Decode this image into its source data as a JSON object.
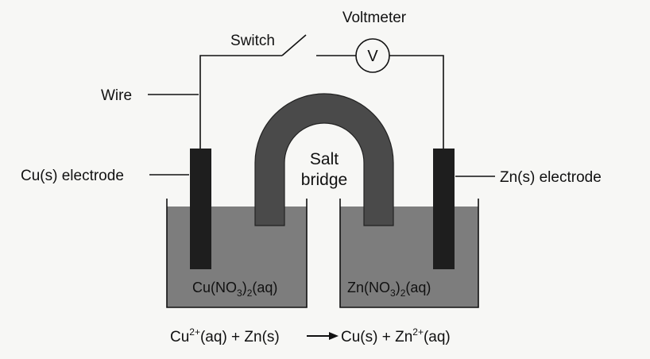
{
  "labels": {
    "voltmeter": "Voltmeter",
    "voltmeter_symbol": "V",
    "switch": "Switch",
    "wire": "Wire",
    "cu_electrode": "Cu(s) electrode",
    "zn_electrode": "Zn(s) electrode",
    "salt_bridge_line1": "Salt",
    "salt_bridge_line2": "bridge"
  },
  "solutions": {
    "left": {
      "pre": "Cu(NO",
      "sub1": "3",
      "mid": ")",
      "sub2": "2",
      "post": "(aq)"
    },
    "right": {
      "pre": "Zn(NO",
      "sub1": "3",
      "mid": ")",
      "sub2": "2",
      "post": "(aq)"
    }
  },
  "equation": {
    "left_ion": "Cu",
    "left_ion_charge": "2+",
    "left_rest": "(aq) + Zn(s)",
    "right_first": "Cu(s) + Zn",
    "right_ion_charge": "2+",
    "right_rest": "(aq)"
  },
  "colors": {
    "solution": "#7d7d7d",
    "electrode": "#1e1e1e",
    "salt_bridge": "#4a4a4a",
    "line": "#111111"
  }
}
